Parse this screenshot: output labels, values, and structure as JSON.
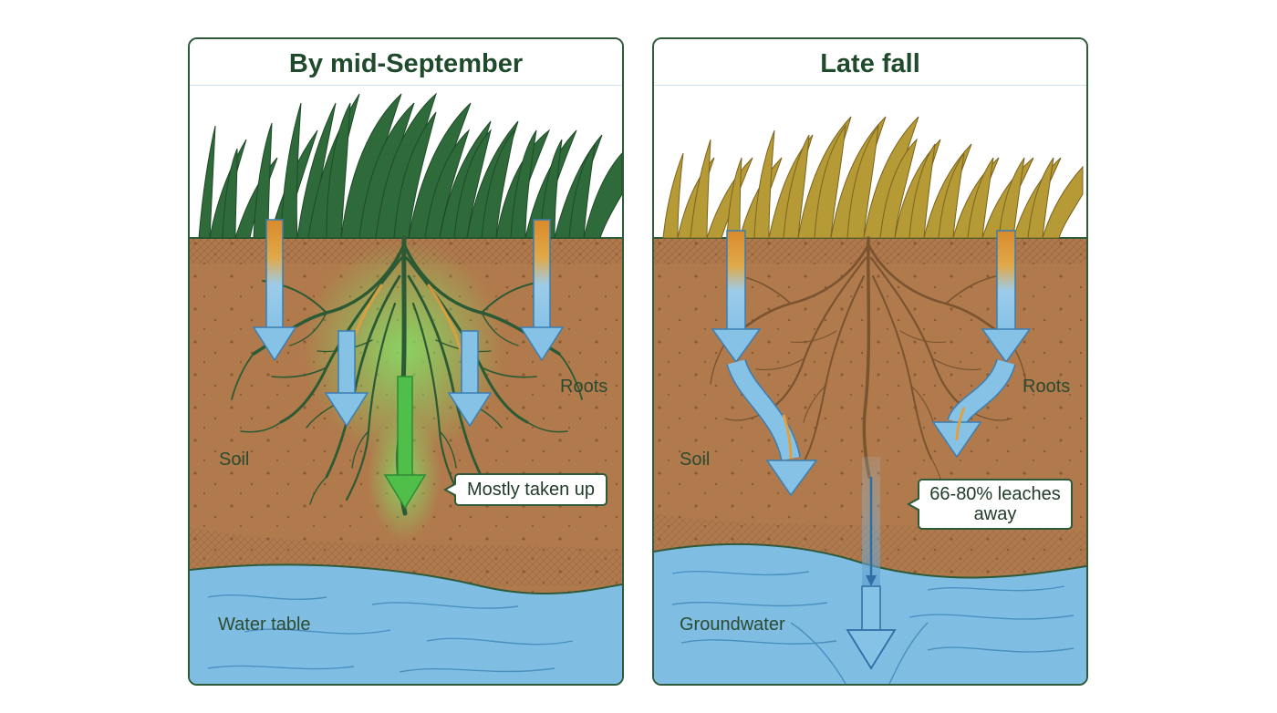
{
  "panels": [
    {
      "title": "By mid-September",
      "labels": {
        "roots": "Roots",
        "soil": "Soil",
        "water": "Water table"
      },
      "callout": "Mostly taken up",
      "colors": {
        "grass": "#2f6b3a",
        "roots": "#2c5a34",
        "soil": "#b07a4c",
        "water": "#7fbde3",
        "glow": "#6ddc5a"
      }
    },
    {
      "title": "Late fall",
      "labels": {
        "roots": "Roots",
        "soil": "Soil",
        "water": "Groundwater"
      },
      "callout": "66-80% leaches away",
      "colors": {
        "grass": "#b59a35",
        "roots": "#7a5430",
        "soil": "#b07a4c",
        "water": "#7fbde3"
      }
    }
  ]
}
